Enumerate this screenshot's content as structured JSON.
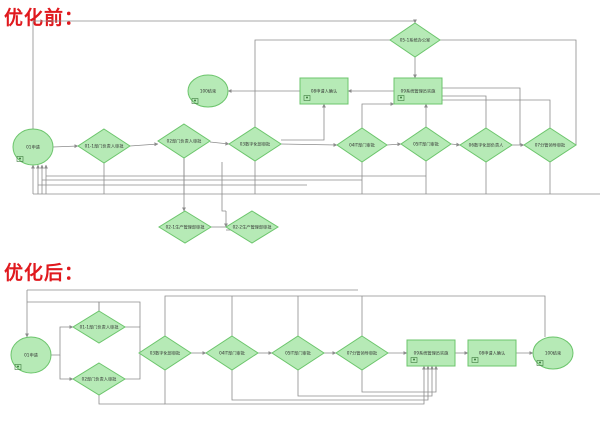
{
  "before": {
    "title": "优化前：",
    "nodes": {
      "b_start": {
        "shape": "circle",
        "label": "01申请"
      },
      "b_d1": {
        "shape": "diamond",
        "label": "01-1部门负责人审批"
      },
      "b_d2": {
        "shape": "diamond",
        "label": "02部门负责人审批"
      },
      "b_d3": {
        "shape": "diamond",
        "label": "03数字化部审批"
      },
      "b_d4": {
        "shape": "diamond",
        "label": "04IT部门审批"
      },
      "b_d5": {
        "shape": "diamond",
        "label": "05IT部门审批"
      },
      "b_d6": {
        "shape": "diamond",
        "label": "06数字化部负责人"
      },
      "b_d7": {
        "shape": "diamond",
        "label": "07分管领导审批"
      },
      "b_d8": {
        "shape": "diamond",
        "label": "05-1系统办公室"
      },
      "b_d9": {
        "shape": "diamond",
        "label": "02-1生产管理部审批"
      },
      "b_d10": {
        "shape": "diamond",
        "label": "02-2生产管理部审批"
      },
      "b_r1": {
        "shape": "rect",
        "label": "08申请人确认"
      },
      "b_r2": {
        "shape": "rect",
        "label": "09系统管理员实施"
      },
      "b_end": {
        "shape": "circle",
        "label": "100结束"
      }
    }
  },
  "after": {
    "title": "优化后：",
    "nodes": {
      "a_start": {
        "shape": "circle",
        "label": "01申请"
      },
      "a_d1": {
        "shape": "diamond",
        "label": "01-1部门负责人审批"
      },
      "a_d2": {
        "shape": "diamond",
        "label": "02部门负责人审批"
      },
      "a_d3": {
        "shape": "diamond",
        "label": "03数字化部审批"
      },
      "a_d4": {
        "shape": "diamond",
        "label": "04IT部门审批"
      },
      "a_d5": {
        "shape": "diamond",
        "label": "05IT部门审批"
      },
      "a_d6": {
        "shape": "diamond",
        "label": "07分管领导审批"
      },
      "a_r1": {
        "shape": "rect",
        "label": "09系统管理员实施"
      },
      "a_r2": {
        "shape": "rect",
        "label": "08申请人确认"
      },
      "a_end": {
        "shape": "circle",
        "label": "100结束"
      }
    }
  },
  "colors": {
    "node_fill": "#b6eab6",
    "node_stroke": "#6cc56c",
    "line": "#8c8c8c",
    "title": "#e0191e",
    "icon": "#3d7a3d"
  }
}
